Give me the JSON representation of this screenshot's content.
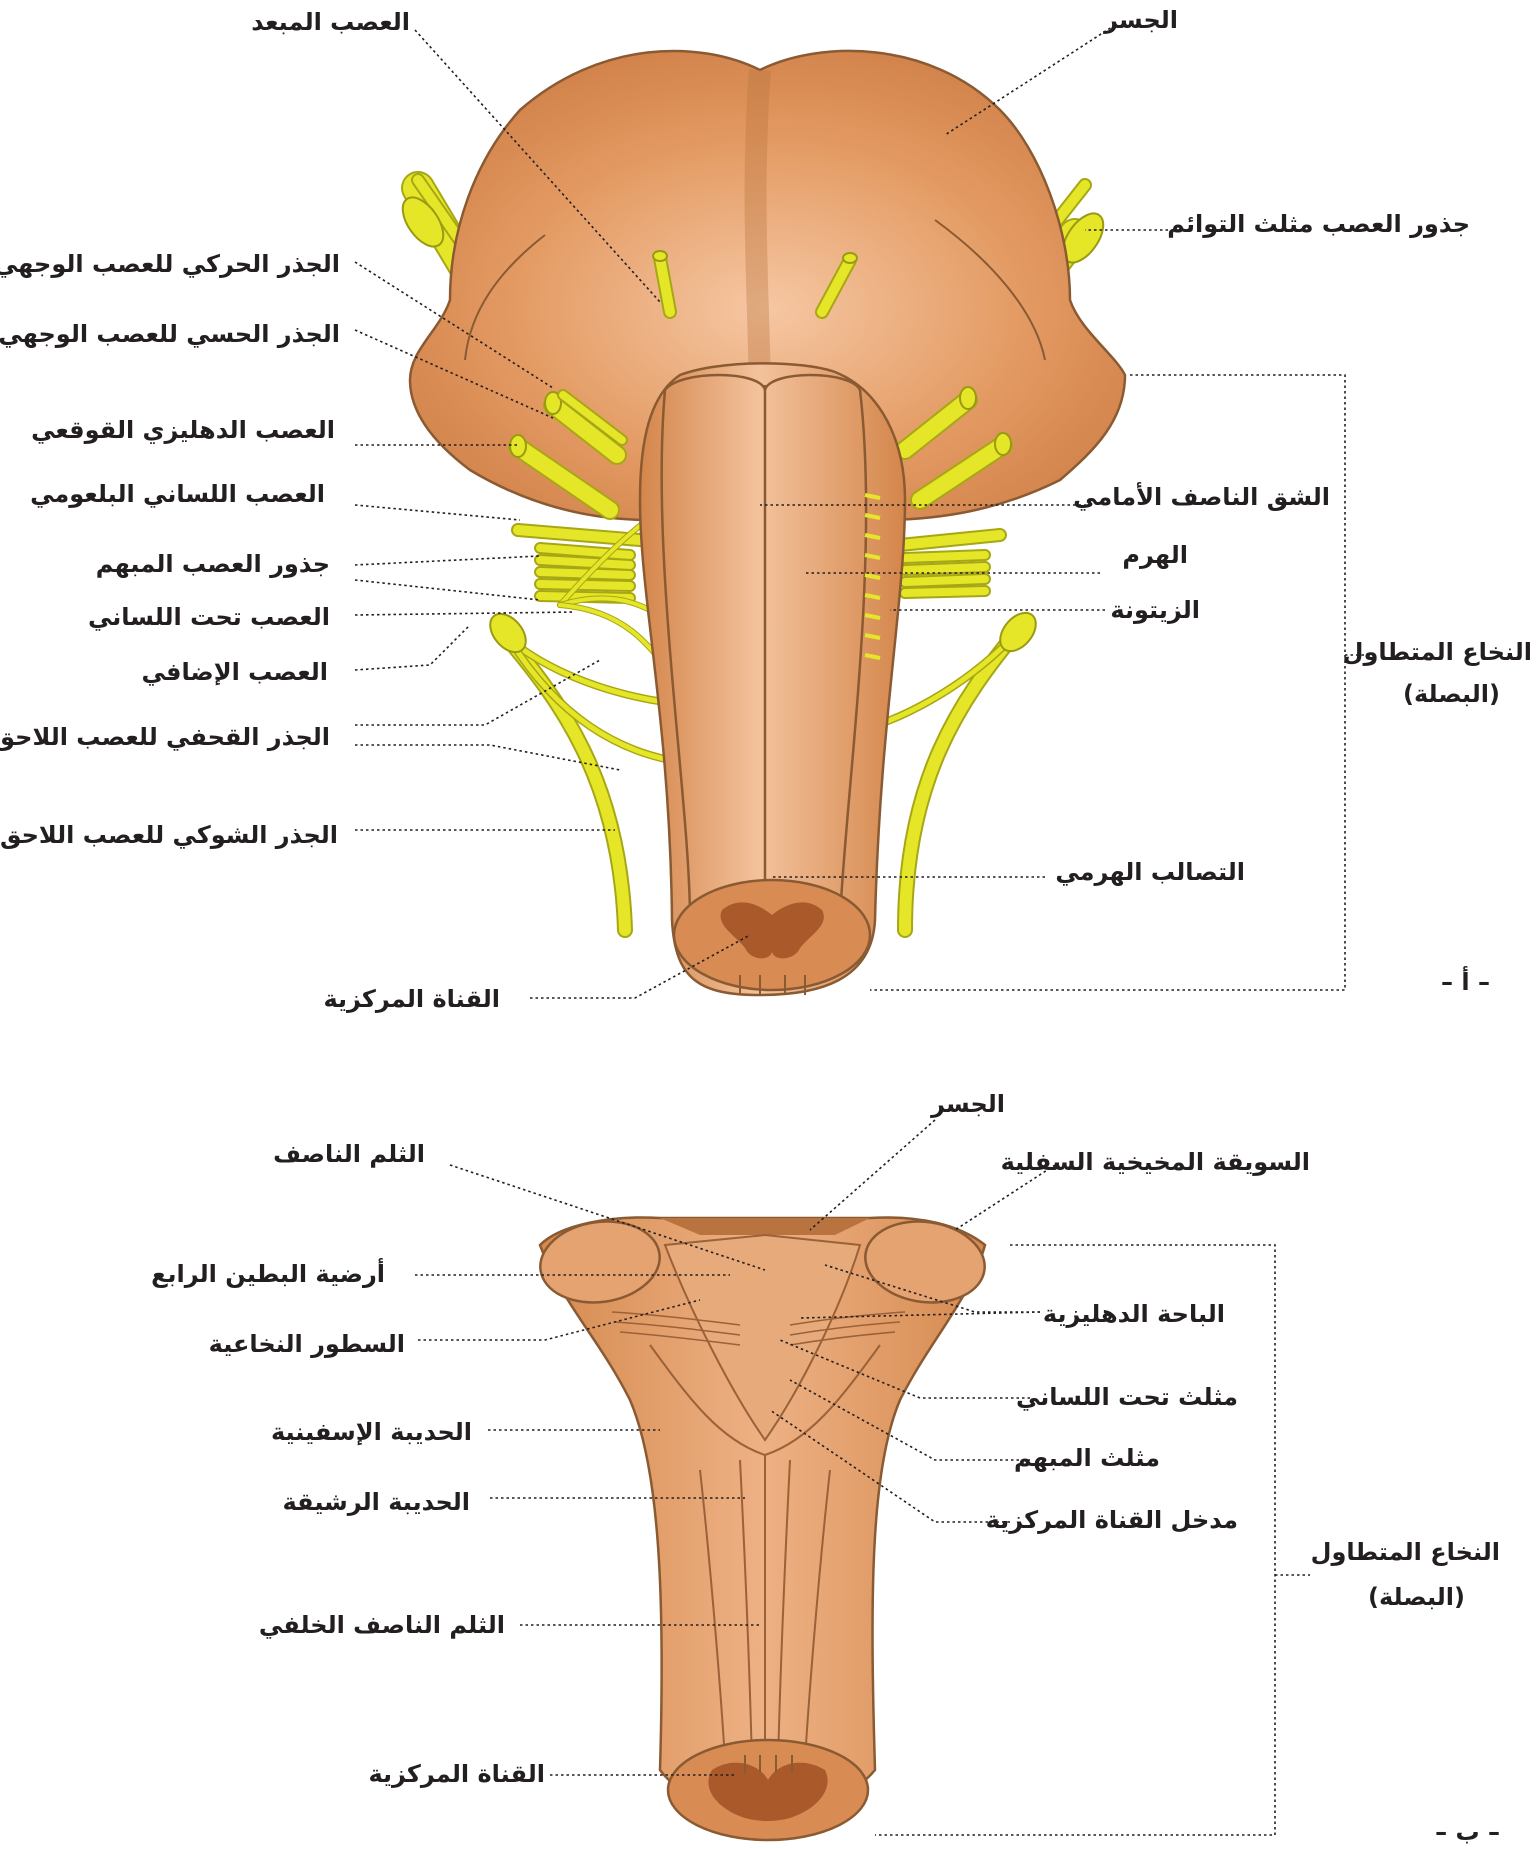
{
  "figure_a": {
    "panel_label": "– أ –",
    "labels": {
      "pons": "الجسر",
      "abducens": "العصب المبعد",
      "trigeminal_roots": "جذور العصب مثلث التوائم",
      "facial_motor": "الجذر الحركي للعصب الوجهي",
      "facial_sensory": "الجذر الحسي للعصب الوجهي",
      "vestibulocochlear": "العصب الدهليزي القوقعي",
      "glossopharyngeal": "العصب اللساني البلعومي",
      "vagus_roots": "جذور العصب المبهم",
      "hypoglossal": "العصب تحت اللساني",
      "accessory": "العصب الإضافي",
      "accessory_cranial": "الجذر القحفي للعصب اللاحق",
      "accessory_spinal": "الجذر الشوكي للعصب اللاحق",
      "central_canal": "القناة المركزية",
      "anterior_fissure": "الشق الناصف الأمامي",
      "pyramid": "الهرم",
      "olive": "الزيتونة",
      "pyramidal_decussation": "التصالب الهرمي",
      "medulla_line1": "النخاع المتطاول",
      "medulla_line2": "(البصلة)"
    }
  },
  "figure_b": {
    "panel_label": "– ب –",
    "labels": {
      "pons": "الجسر",
      "median_sulcus": "الثلم الناصف",
      "inferior_peduncle": "السويقة المخيخية السفلية",
      "fourth_ventricle_floor": "أرضية البطين الرابع",
      "vestibular_area": "الباحة الدهليزية",
      "medullary_striae": "السطور النخاعية",
      "hypoglossal_trigone": "مثلث تحت اللساني",
      "cuneate_tubercle": "الحديبة الإسفينية",
      "vagal_trigone": "مثلث المبهم",
      "obex": "مدخل القناة المركزية",
      "gracile_tubercle": "الحديبة الرشيقة",
      "posterior_median_sulcus": "الثلم الناصف الخلفي",
      "central_canal": "القناة المركزية",
      "medulla_line1": "النخاع المتطاول",
      "medulla_line2": "(البصلة)"
    }
  },
  "colors": {
    "tissue": "#dc8f55",
    "tissue_dark": "#b56a35",
    "nerve": "#e6e629",
    "text": "#231f20"
  }
}
